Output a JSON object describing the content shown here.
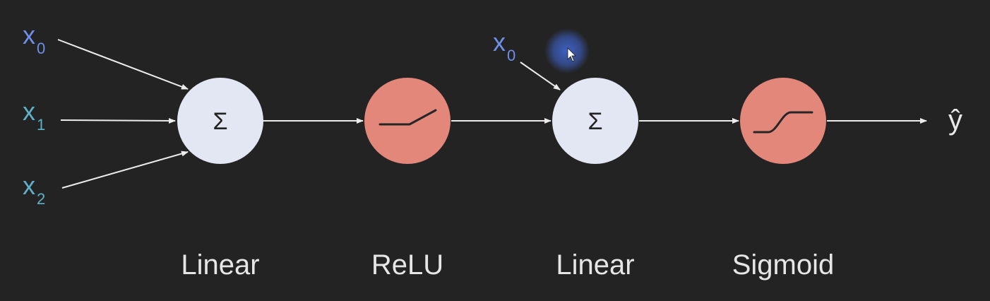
{
  "inputs": {
    "x0": {
      "base": "x",
      "sub": "0"
    },
    "x1": {
      "base": "x",
      "sub": "1"
    },
    "x2": {
      "base": "x",
      "sub": "2"
    },
    "x0_second": {
      "base": "x",
      "sub": "0"
    }
  },
  "nodes": {
    "sum_1": {
      "symbol": "Σ"
    },
    "sum_2": {
      "symbol": "Σ"
    }
  },
  "output": {
    "label": "ŷ"
  },
  "layer_labels": [
    "Linear",
    "ReLU",
    "Linear",
    "Sigmoid"
  ],
  "colors": {
    "background": "#232323",
    "linear_node": "#e3e6f3",
    "activation_node": "#e3877b",
    "arrow": "#ececec",
    "x0": "#6f8fe8",
    "x1_x2": "#5fb0c8",
    "cursor_glow": "#3f63c9"
  },
  "icons": [
    "relu-curve-icon",
    "sigmoid-curve-icon",
    "cursor-icon"
  ]
}
